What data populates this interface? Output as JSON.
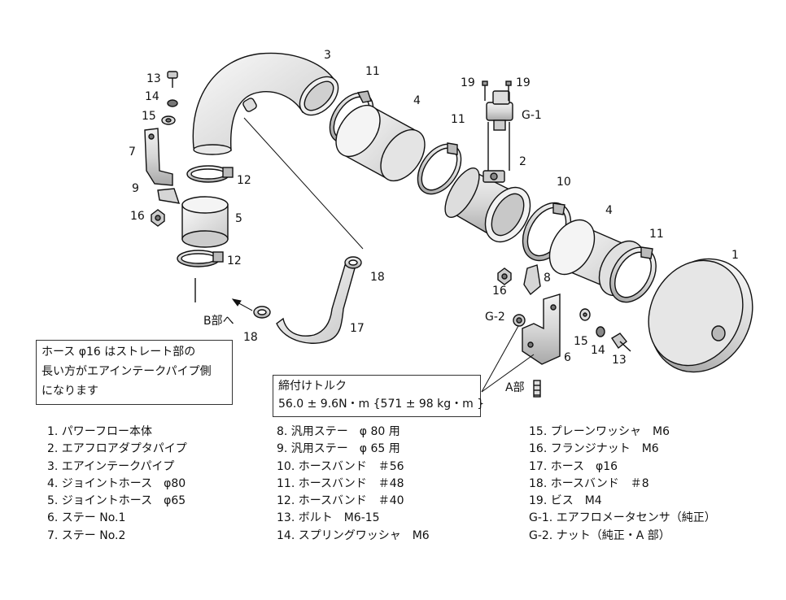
{
  "callouts": {
    "n1": "1",
    "n2": "2",
    "n3": "3",
    "n4a": "4",
    "n4b": "4",
    "n5": "5",
    "n6": "6",
    "n7": "7",
    "n8": "8",
    "n9": "9",
    "n10": "10",
    "n11a": "11",
    "n11b": "11",
    "n11c": "11",
    "n12a": "12",
    "n12b": "12",
    "n13a": "13",
    "n13b": "13",
    "n14a": "14",
    "n14b": "14",
    "n15a": "15",
    "n15b": "15",
    "n16a": "16",
    "n16b": "16",
    "n17": "17",
    "n18a": "18",
    "n18b": "18",
    "n19a": "19",
    "n19b": "19",
    "g1": "G-1",
    "g2": "G-2",
    "b_part": "B部へ",
    "a_part": "A部"
  },
  "hose_note": [
    "ホース φ16 はストレート部の",
    "長い方がエアインテークパイプ側",
    "になります"
  ],
  "torque_note": [
    "締付けトルク",
    "56.0 ± 9.6N・m {571 ± 98 kg・m }"
  ],
  "parts_list": {
    "col1": [
      "1. パワーフロー本体",
      "2. エアフロアダプタパイプ",
      "3. エアインテークパイプ",
      "4. ジョイントホース　φ80",
      "5. ジョイントホース　φ65",
      "6. ステー No.1",
      "7. ステー No.2"
    ],
    "col2": [
      " 8. 汎用ステー　φ 80 用",
      " 9. 汎用ステー　φ 65 用",
      "10. ホースバンド　＃56",
      "11. ホースバンド　＃48",
      "12. ホースバンド　＃40",
      "13. ボルト　M6-15",
      "14. スプリングワッシャ　M6"
    ],
    "col3": [
      "15. プレーンワッシャ　M6",
      "16. フランジナット　M6",
      "17. ホース　φ16",
      "18. ホースバンド　＃8",
      "19. ビス　M4",
      "G-1. エアフロメータセンサ（純正）",
      "G-2. ナット（純正・A 部）"
    ]
  }
}
